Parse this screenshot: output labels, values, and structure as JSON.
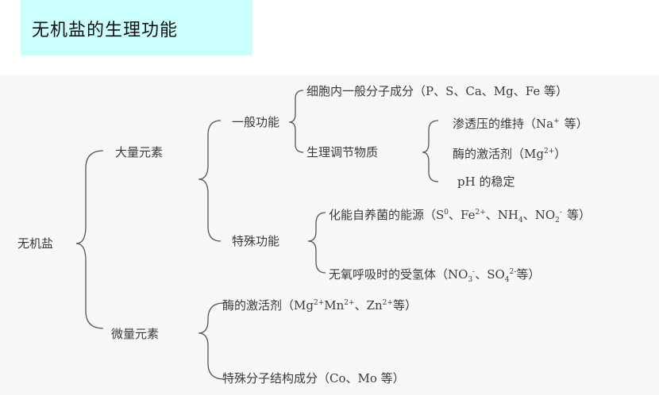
{
  "title": "无机盐的生理功能",
  "root": "无机盐",
  "major": {
    "label": "大量元素",
    "general": {
      "label": "一般功能",
      "item1": "细胞内一般分子成分（P、S、Ca、Mg、Fe 等）",
      "regulation": {
        "label": "生理调节物质",
        "osmotic": {
          "text": "渗透压的维持（Na",
          "sup": "+",
          "tail": "等）"
        },
        "enzyme": {
          "text": "酶的激活剂（Mg",
          "sup": "2+",
          "tail": "）"
        },
        "ph": "pH 的稳定"
      }
    },
    "special": {
      "label": "特殊功能",
      "chemo": {
        "p1": "化能自养菌的能源（S",
        "sup1": "0",
        "p2": "、Fe",
        "sup2": "2+",
        "p3": "、NH",
        "sub3": "4",
        "p4": "、NO",
        "sub4": "2",
        "sup4": "-",
        "p5": "等）"
      },
      "anaerobic": {
        "p1": "无氧呼吸时的受氢体（NO",
        "sub1": "3",
        "sup1": "-",
        "p2": "、SO",
        "sub2": "4",
        "sup2": "2-",
        "p3": "等）"
      }
    }
  },
  "trace": {
    "label": "微量元素",
    "enzyme": {
      "p1": "酶的激活剂（Mg",
      "sup1": "2+",
      "p2": "Mn",
      "sup2": "2+",
      "p3": "、Zn",
      "sup3": "2+",
      "p4": "等）"
    },
    "structure": "特殊分子结构成分（Co、Mo 等）"
  }
}
